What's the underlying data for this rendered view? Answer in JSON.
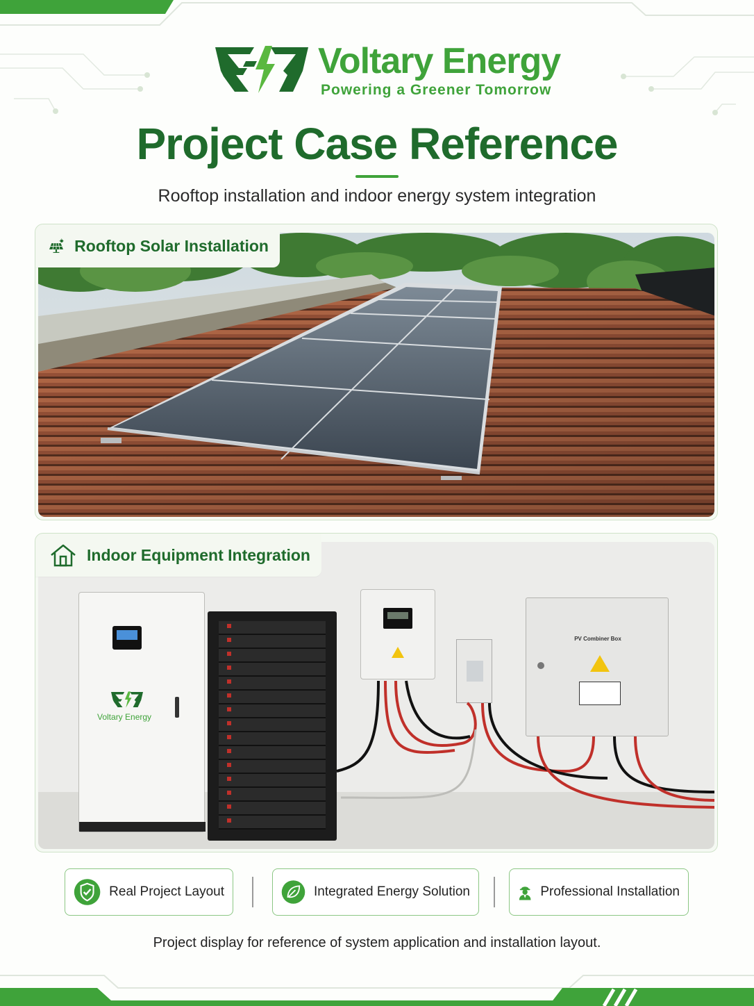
{
  "brand": {
    "name": "Voltary Energy",
    "tagline": "Powering a Greener Tomorrow",
    "logo_icon": "lightning-monogram-logo"
  },
  "page": {
    "title": "Project Case Reference",
    "subtitle": "Rooftop installation and indoor energy system integration"
  },
  "sections": [
    {
      "label": "Rooftop Solar Installation",
      "icon": "solar-panel-icon"
    },
    {
      "label": "Indoor Equipment Integration",
      "icon": "house-icon",
      "photo_labels": {
        "cabinet_brand": "Voltary Energy",
        "combiner_box": "PV Combiner Box"
      }
    }
  ],
  "features": [
    {
      "label": "Real Project Layout",
      "icon": "shield-check-icon"
    },
    {
      "label": "Integrated Energy Solution",
      "icon": "leaf-icon"
    },
    {
      "label": "Professional Installation",
      "icon": "worker-icon"
    }
  ],
  "footer": {
    "note": "Project display for reference of system application and installation layout."
  },
  "colors": {
    "brand_green": "#3fa33a",
    "title_green": "#1f6b2c",
    "border_green": "#8cc784"
  }
}
